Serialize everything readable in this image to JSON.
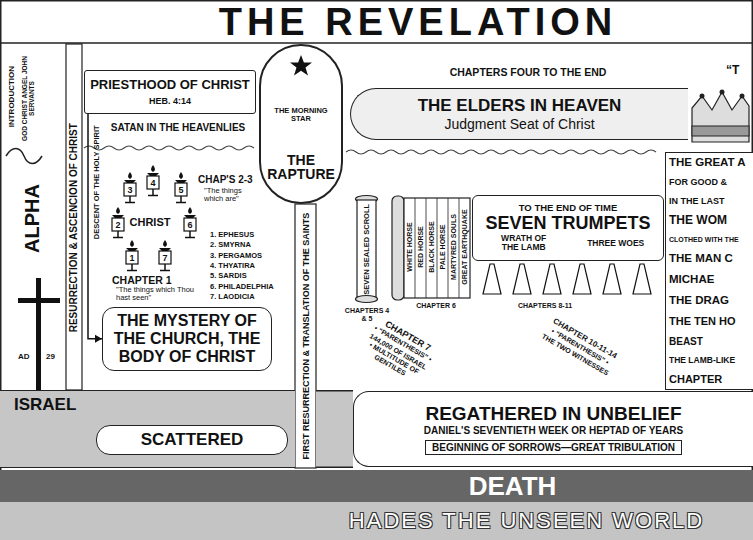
{
  "diagram": {
    "title": "THE REVELATION",
    "nodes": [
      {
        "text": [
          "PRIESTHOOD OF CHRIST",
          "HEB. 4:14"
        ]
      },
      {
        "text": [
          "THE MORNING STAR",
          "THE RAPTURE"
        ]
      },
      {
        "text": [
          "THE MYSTERY OF THE CHURCH, THE BODY OF CHRIST"
        ]
      },
      {
        "text": [
          "THE ELDERS IN HEAVEN",
          "Judgment Seat of Christ"
        ]
      },
      {
        "text": [
          "TO THE END OF TIME",
          "SEVEN TRUMPETS",
          "WRATH OF THE LAMB",
          "THREE WOES"
        ]
      },
      {
        "text": [
          "THE GREAT A",
          "FOR GOOD &",
          "IN THE LAST",
          "THE WOM",
          "CLOTHED WITH THE",
          "THE MAN C",
          "MICHAE",
          "THE DRAG",
          "THE TEN HO",
          "BEAST",
          "THE LAMB-LIKE",
          "CHAPTER"
        ]
      },
      {
        "text": [
          "ISRAEL"
        ]
      },
      {
        "text": [
          "SCATTERED"
        ],
        "in": 6
      },
      {
        "text": [
          "REGATHERED IN UNBELIEF",
          "DANIEL'S SEVENTIETH WEEK OR HEPTAD OF YEARS"
        ]
      },
      {
        "text": [
          "BEGINNING OF SORROWS—GREAT TRIBULATION"
        ],
        "in": 8
      },
      {
        "text": [
          "DEATH"
        ]
      },
      {
        "text": [
          "HADES THE UNSEEN WORLD"
        ]
      }
    ],
    "edges": [
      {
        "from": 0,
        "to": 2,
        "arrow": "to"
      }
    ],
    "labels": [
      "“T",
      "INTRODUCTION",
      "GOD CHRIST ANGEL JOHN SERVANTS",
      "ALPHA",
      "AD",
      "29",
      "RESURRECTION & ASCENCION OF CHRIST",
      "DESCENT OF THE HOLY SPIRIT",
      "SATAN IN THE HEAVENLIES",
      "3",
      "4",
      "5",
      "2",
      "CHRIST",
      "6",
      "1",
      "7",
      "CHAP'S 2-3",
      "\"The things which are\"",
      "CHAPTER 1",
      "\"The things which Thou hast seen\"",
      "1. EPHESUS",
      "2. SMYRNA",
      "3. PERGAMOS",
      "4. THYATIRA",
      "5. SARDIS",
      "6. PHILADELPHIA",
      "7. LAODICIA",
      "FIRST RESURRECTION & TRANSLATION OF THE SAINTS",
      "CHAPTERS FOUR TO THE END",
      "SEVEN SEALED SCROLL",
      "WHITE HORSE",
      "RED HORSE",
      "BLACK HORSE",
      "PALE HORSE",
      "MARTYRED SOULS",
      "GREAT EARTHQUAKE",
      "CHAPTER 6",
      "CHAPTERS 4 & 5",
      "CHAPTERS 8-11",
      "CHAPTER 7",
      "• “PARENTHESIS” •",
      "144,000 OF ISRAEL",
      "• MULTITUDE OF GENTILES",
      "CHAPTER 10-11-14",
      "• “PARENTHESIS” •",
      "THE TWO WITNESSES"
    ]
  }
}
